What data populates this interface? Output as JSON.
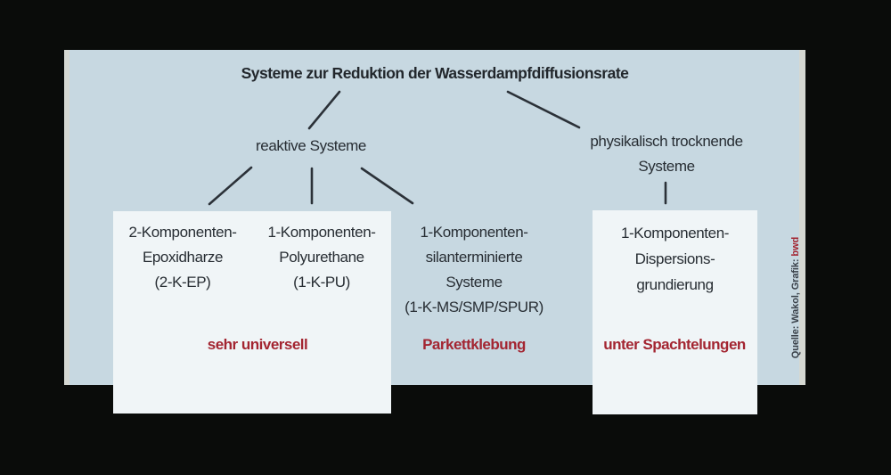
{
  "colors": {
    "background": "#0a0c0a",
    "panel": "#c7d8e1",
    "panel_edge": "#d5d8d2",
    "box": "#f0f5f7",
    "text": "#272d33",
    "accent_red": "#a32531",
    "connector": "#2b3138"
  },
  "title": "Systeme zur Reduktion der Wasserdampfdiffusionsrate",
  "nodes": {
    "reactive": "reaktive Systeme",
    "physical": {
      "lines": [
        "physikalisch trocknende",
        "Systeme"
      ]
    }
  },
  "left_box": {
    "col_a": [
      "2-Komponenten-",
      "Epoxidharze",
      "(2-K-EP)"
    ],
    "col_b": [
      "1-Komponenten-",
      "Polyurethane",
      "(1-K-PU)"
    ],
    "label": "sehr universell"
  },
  "middle_group": {
    "lines": [
      "1-Komponenten-",
      "silanterminierte",
      "Systeme",
      "(1-K-MS/SMP/SPUR)"
    ],
    "label": "Parkettklebung"
  },
  "right_box": {
    "lines": [
      "1-Komponenten-",
      "Dispersions-",
      "grundierung"
    ],
    "label": "unter Spachtelungen"
  },
  "credit": {
    "text": "Quelle: Wakol, Grafik: ",
    "brand": "bwd"
  }
}
